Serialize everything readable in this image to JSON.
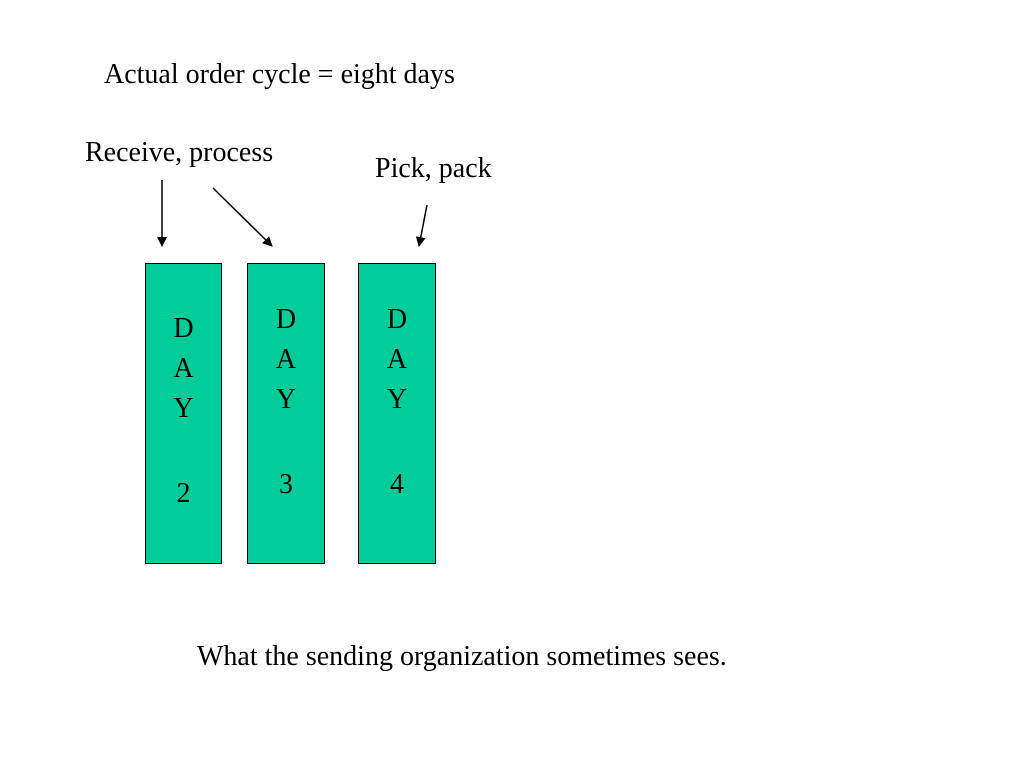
{
  "title": "Actual order cycle = eight days",
  "labels": {
    "receive_process": "Receive, process",
    "pick_pack": "Pick, pack"
  },
  "days": [
    {
      "letters": [
        "D",
        "A",
        "Y"
      ],
      "number": "2"
    },
    {
      "letters": [
        "D",
        "A",
        "Y"
      ],
      "number": "3"
    },
    {
      "letters": [
        "D",
        "A",
        "Y"
      ],
      "number": "4"
    }
  ],
  "caption": "What the sending organization sometimes sees.",
  "colors": {
    "box_fill": "#00cc99",
    "box_border": "#000000",
    "text": "#000000",
    "background": "#ffffff"
  }
}
